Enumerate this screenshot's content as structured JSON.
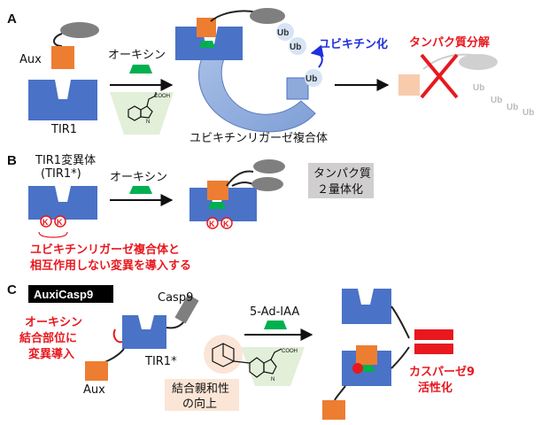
{
  "panels": {
    "a": "A",
    "b": "B",
    "c": "C"
  },
  "a": {
    "aux": "Aux",
    "tir1": "TIR1",
    "auxin": "オーキシン",
    "cooh": "COOH",
    "nh": "H",
    "n": "N",
    "ligase": "ユビキチンリガーゼ複合体",
    "ubiquitination": "ユビキチン化",
    "degradation": "タンパク質分解",
    "ub": "Ub"
  },
  "b": {
    "mutant_line1": "TIR1変異体",
    "mutant_line2": "(TIR1*)",
    "auxin": "オーキシン",
    "k": "K",
    "dimer_line1": "タンパク質",
    "dimer_line2": "２量体化",
    "note_line1": "ユビキチンリガーゼ複合体と",
    "note_line2": "相互作用しない変異を導入する"
  },
  "c": {
    "title": "AuxiCasp9",
    "casp9": "Casp9",
    "mut_line1": "オーキシン",
    "mut_line2": "結合部位に",
    "mut_line3": "変異導入",
    "tir1star": "TIR1*",
    "aux": "Aux",
    "ligand": "5-Ad-IAA",
    "cooh": "COOH",
    "nh": "H",
    "n": "N",
    "affinity_line1": "結合親和性",
    "affinity_line2": "の向上",
    "active_line1": "カスパーゼ9",
    "active_line2": "活性化"
  },
  "colors": {
    "tir1_blue": "#4a72c6",
    "aux_orange": "#ed7d31",
    "auxin_green": "#00b050",
    "grey": "#7f7f7f",
    "red": "#e8181e",
    "ub_bubble": "#d6e4f5",
    "ligase_blue": "#8eaadb"
  }
}
